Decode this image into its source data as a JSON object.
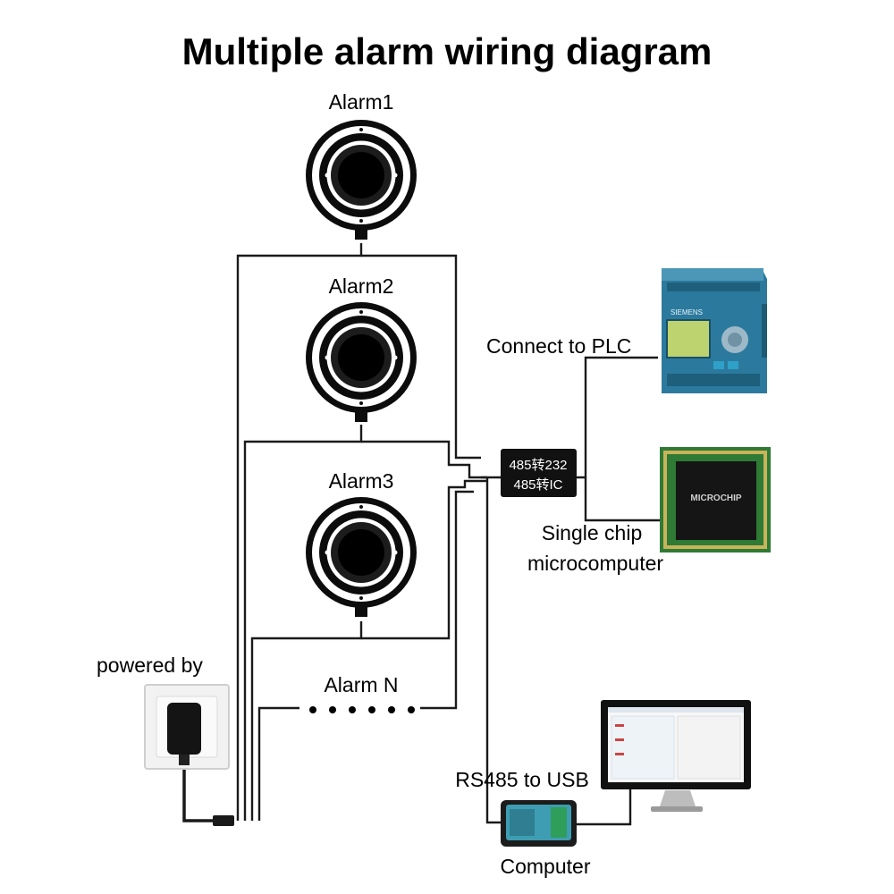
{
  "title": "Multiple alarm wiring diagram",
  "alarms": [
    {
      "label": "Alarm1"
    },
    {
      "label": "Alarm2"
    },
    {
      "label": "Alarm3"
    }
  ],
  "alarm_n": {
    "label": "Alarm N"
  },
  "power": {
    "label": "powered by"
  },
  "converter_chip": {
    "line1": "485转232",
    "line2": "485转IC"
  },
  "plc": {
    "label": "Connect to PLC",
    "brand": "SIEMENS"
  },
  "mcu": {
    "label_line1": "Single chip",
    "label_line2": "microcomputer",
    "brand": "MICROCHIP"
  },
  "usb_converter": {
    "label": "RS485 to USB"
  },
  "computer": {
    "label": "Computer"
  }
}
